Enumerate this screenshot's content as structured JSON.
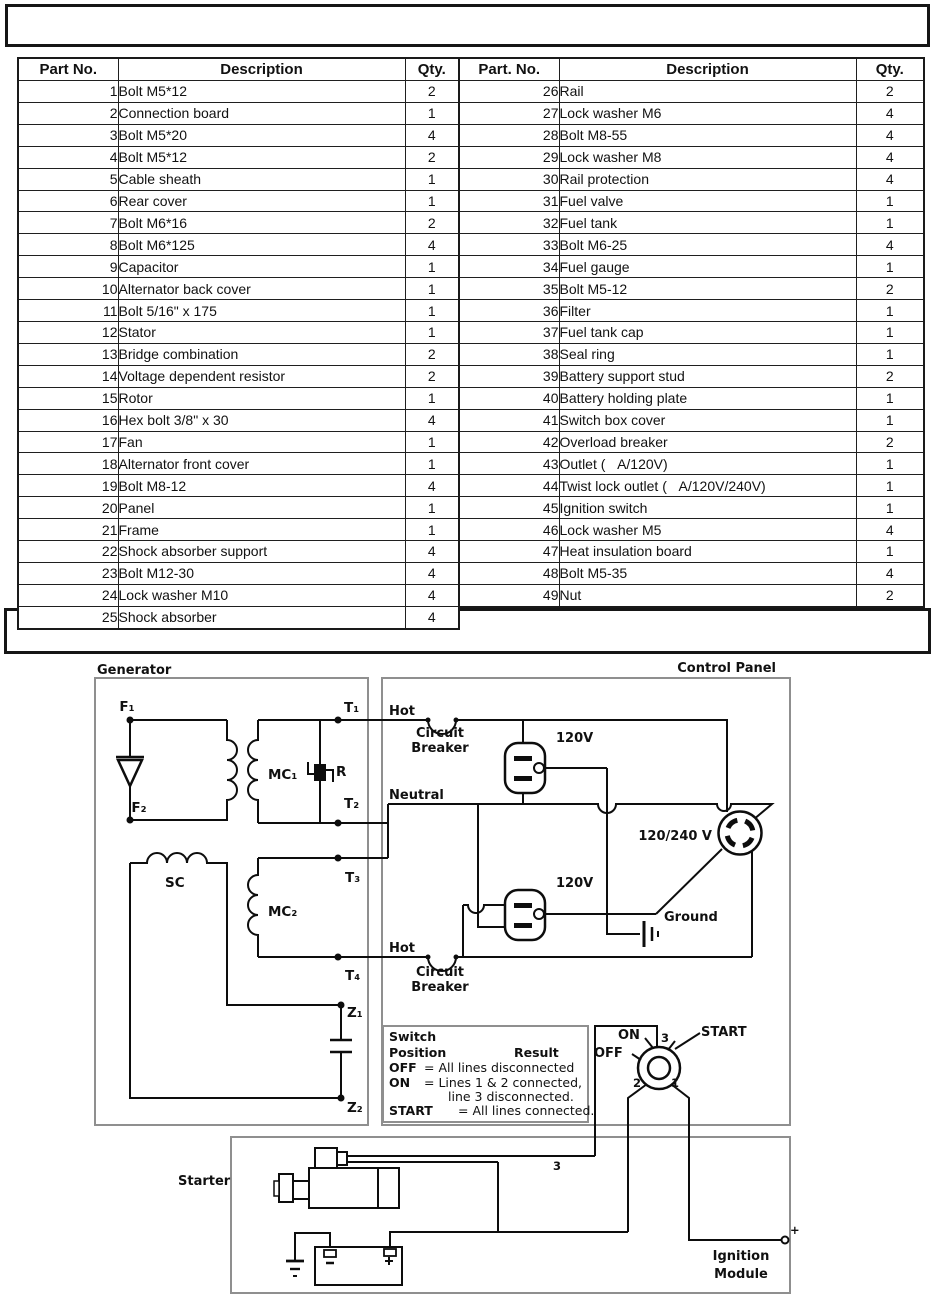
{
  "parts_table_left": {
    "headers": {
      "part_no": "Part No.",
      "description": "Description",
      "qty": "Qty."
    },
    "rows": [
      {
        "no": "1",
        "desc": "Bolt M5*12",
        "qty": "2"
      },
      {
        "no": "2",
        "desc": "Connection board",
        "qty": "1"
      },
      {
        "no": "3",
        "desc": "Bolt M5*20",
        "qty": "4"
      },
      {
        "no": "4",
        "desc": "Bolt M5*12",
        "qty": "2"
      },
      {
        "no": "5",
        "desc": "Cable sheath",
        "qty": "1"
      },
      {
        "no": "6",
        "desc": "Rear cover",
        "qty": "1"
      },
      {
        "no": "7",
        "desc": "Bolt M6*16",
        "qty": "2"
      },
      {
        "no": "8",
        "desc": "Bolt M6*125",
        "qty": "4"
      },
      {
        "no": "9",
        "desc": "Capacitor",
        "qty": "1"
      },
      {
        "no": "10",
        "desc": "Alternator back cover",
        "qty": "1"
      },
      {
        "no": "11",
        "desc": "Bolt 5/16\" x 175",
        "qty": "1"
      },
      {
        "no": "12",
        "desc": "Stator",
        "qty": "1"
      },
      {
        "no": "13",
        "desc": "Bridge combination",
        "qty": "2"
      },
      {
        "no": "14",
        "desc": "Voltage dependent resistor",
        "qty": "2"
      },
      {
        "no": "15",
        "desc": "Rotor",
        "qty": "1"
      },
      {
        "no": "16",
        "desc": "Hex bolt 3/8\" x 30",
        "qty": "4"
      },
      {
        "no": "17",
        "desc": "Fan",
        "qty": "1"
      },
      {
        "no": "18",
        "desc": "Alternator front cover",
        "qty": "1"
      },
      {
        "no": "19",
        "desc": "Bolt M8-12",
        "qty": "4"
      },
      {
        "no": "20",
        "desc": "Panel",
        "qty": "1"
      },
      {
        "no": "21",
        "desc": "Frame",
        "qty": "1"
      },
      {
        "no": "22",
        "desc": "Shock absorber support",
        "qty": "4"
      },
      {
        "no": "23",
        "desc": "Bolt M12-30",
        "qty": "4"
      },
      {
        "no": "24",
        "desc": "Lock washer M10",
        "qty": "4"
      },
      {
        "no": "25",
        "desc": "Shock absorber",
        "qty": "4"
      }
    ]
  },
  "parts_table_right": {
    "headers": {
      "part_no": "Part. No.",
      "description": "Description",
      "qty": "Qty."
    },
    "rows": [
      {
        "no": "26",
        "desc": "Rail",
        "qty": "2"
      },
      {
        "no": "27",
        "desc": "Lock washer M6",
        "qty": "4"
      },
      {
        "no": "28",
        "desc": "Bolt M8-55",
        "qty": "4"
      },
      {
        "no": "29",
        "desc": "Lock washer M8",
        "qty": "4"
      },
      {
        "no": "30",
        "desc": "Rail protection",
        "qty": "4"
      },
      {
        "no": "31",
        "desc": "Fuel valve",
        "qty": "1"
      },
      {
        "no": "32",
        "desc": "Fuel tank",
        "qty": "1"
      },
      {
        "no": "33",
        "desc": "Bolt M6-25",
        "qty": "4"
      },
      {
        "no": "34",
        "desc": "Fuel gauge",
        "qty": "1"
      },
      {
        "no": "35",
        "desc": "Bolt M5-12",
        "qty": "2"
      },
      {
        "no": "36",
        "desc": "Filter",
        "qty": "1"
      },
      {
        "no": "37",
        "desc": "Fuel tank cap",
        "qty": "1"
      },
      {
        "no": "38",
        "desc": "Seal ring",
        "qty": "1"
      },
      {
        "no": "39",
        "desc": "Battery support stud",
        "qty": "2"
      },
      {
        "no": "40",
        "desc": "Battery holding plate",
        "qty": "1"
      },
      {
        "no": "41",
        "desc": "Switch box cover",
        "qty": "1"
      },
      {
        "no": "42",
        "desc": "Overload breaker",
        "qty": "2"
      },
      {
        "no": "43",
        "desc": "Outlet (   A/120V)",
        "qty": "1"
      },
      {
        "no": "44",
        "desc": "Twist lock outlet (   A/120V/240V)",
        "qty": "1"
      },
      {
        "no": "45",
        "desc": "Ignition switch",
        "qty": "1"
      },
      {
        "no": "46",
        "desc": "Lock washer M5",
        "qty": "4"
      },
      {
        "no": "47",
        "desc": "Heat insulation board",
        "qty": "1"
      },
      {
        "no": "48",
        "desc": "Bolt M5-35",
        "qty": "4"
      },
      {
        "no": "49",
        "desc": "Nut",
        "qty": "2"
      }
    ]
  },
  "diagram": {
    "generator_title": "Generator",
    "control_panel_title": "Control Panel",
    "labels": {
      "f1": "F₁",
      "f2": "F₂",
      "t1": "T₁",
      "t2": "T₂",
      "t3": "T₃",
      "t4": "T₄",
      "z1": "Z₁",
      "z2": "Z₂",
      "sc": "SC",
      "mc1": "MC₁",
      "mc2": "MC₂",
      "r": "R",
      "hot": "Hot",
      "neutral": "Neutral",
      "circuit": "Circuit",
      "breaker": "Breaker",
      "v120": "120V",
      "v120_240": "120/240 V",
      "ground": "Ground",
      "on": "ON",
      "off": "OFF",
      "start": "START",
      "pos1": "1",
      "pos2": "2",
      "pos3": "3",
      "wire3": "3",
      "plus": "+",
      "starter": "Starter",
      "ignition_line1": "Ignition",
      "ignition_line2": "Module"
    },
    "switch_table": {
      "title": "Switch",
      "col_position": "Position",
      "col_result": "Result",
      "off_key": "OFF",
      "off_val": "= All lines disconnected",
      "on_key": "ON",
      "on_val": "= Lines 1 & 2 connected,",
      "on_val2": "line 3 disconnected.",
      "start_key": "START",
      "start_val": "= All lines connected."
    }
  },
  "colors": {
    "ink": "#101010",
    "section_border": "#8f8f8f"
  }
}
